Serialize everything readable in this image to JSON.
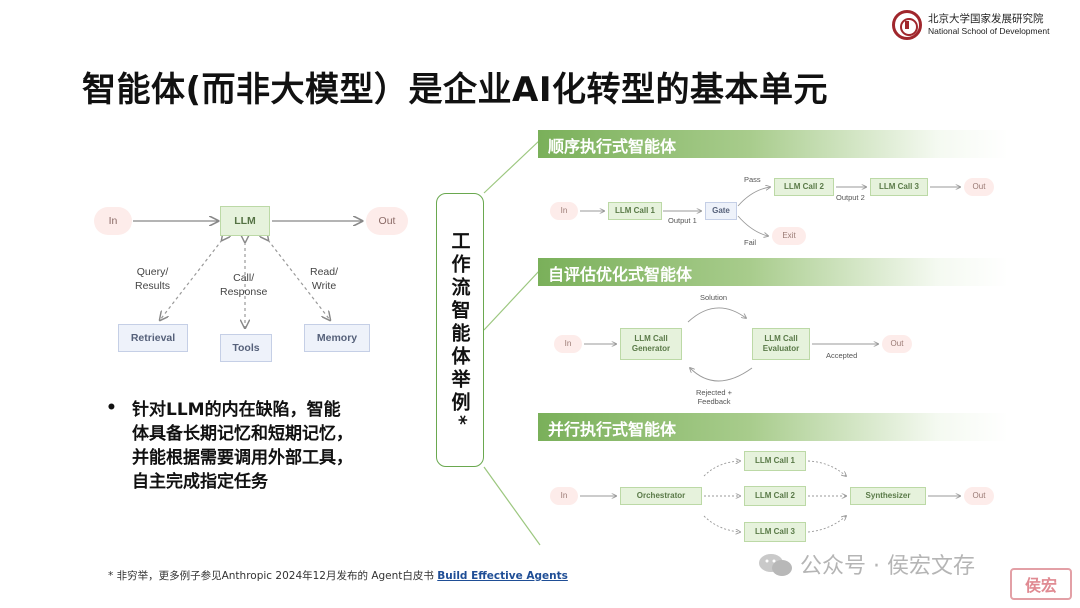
{
  "logo": {
    "cn": "北京大学国家发展研究院",
    "en": "National School of Development"
  },
  "title": "智能体(而非大模型）是企业AI化转型的基本单元",
  "left_diagram": {
    "in": "In",
    "llm": "LLM",
    "out": "Out",
    "query_label": [
      "Query/",
      "Results"
    ],
    "call_label": [
      "Call/",
      "Response"
    ],
    "rw_label": [
      "Read/",
      "Write"
    ],
    "retrieval": "Retrieval",
    "tools": "Tools",
    "memory": "Memory"
  },
  "bullet": {
    "dot": "•",
    "lines": [
      "针对LLM的内在缺陷，智能",
      "体具备长期记忆和短期记忆，",
      "并能根据需要调用外部工具，",
      "自主完成指定任务"
    ]
  },
  "vertical_label": "工作流智能体举例*",
  "sections": {
    "sequential": {
      "title": "顺序执行式智能体",
      "in": "In",
      "call1": "LLM Call 1",
      "output1": "Output 1",
      "gate": "Gate",
      "pass": "Pass",
      "fail": "Fail",
      "call2": "LLM Call 2",
      "output2": "Output 2",
      "call3": "LLM Call 3",
      "out": "Out",
      "exit": "Exit"
    },
    "evaluator": {
      "title": "自评估优化式智能体",
      "in": "In",
      "generator": [
        "LLM Call",
        "Generator"
      ],
      "solution": "Solution",
      "evaluator": [
        "LLM Call",
        "Evaluator"
      ],
      "accepted": "Accepted",
      "out": "Out",
      "rejected": [
        "Rejected +",
        "Feedback"
      ]
    },
    "parallel": {
      "title": "并行执行式智能体",
      "in": "In",
      "orchestrator": "Orchestrator",
      "call1": "LLM Call 1",
      "call2": "LLM Call 2",
      "call3": "LLM Call 3",
      "synthesizer": "Synthesizer",
      "out": "Out"
    }
  },
  "footnote": {
    "text": "* 非穷举，更多例子参见Anthropic  2024年12月发布的 Agent白皮书 ",
    "link": "Build Effective Agents"
  },
  "watermark": "公众号 · 侯宏文存",
  "stamp": "侯宏",
  "colors": {
    "accent_green": "#6aa84f",
    "brand_red": "#a0262c",
    "link_blue": "#1f4e96"
  }
}
